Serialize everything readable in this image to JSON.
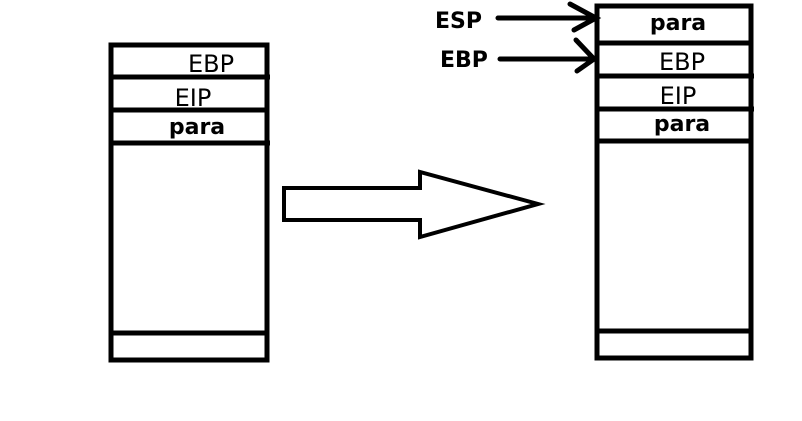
{
  "left_stack": {
    "cells": [
      "EBP",
      "EIP",
      "para"
    ]
  },
  "right_stack": {
    "cells": [
      "para",
      "EBP",
      "EIP",
      "para"
    ]
  },
  "pointers": {
    "esp": "ESP",
    "ebp": "EBP"
  }
}
